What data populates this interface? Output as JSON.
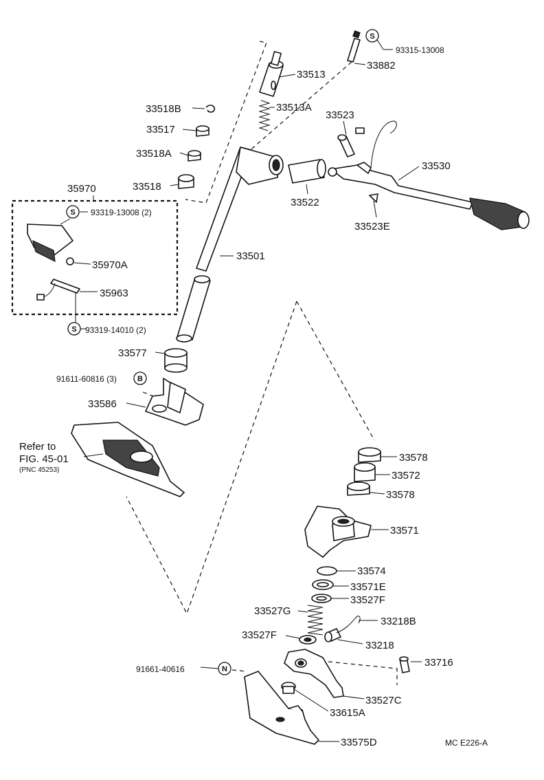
{
  "parts": {
    "p33513": "33513",
    "p33882": "33882",
    "p93315": "93315-13008",
    "p33518B": "33518B",
    "p33513A": "33513A",
    "p33517": "33517",
    "p33523": "33523",
    "p33518A": "33518A",
    "p33530": "33530",
    "p33518": "33518",
    "p33522": "33522",
    "p35970": "35970",
    "p93319_13008": "93319-13008 (2)",
    "p33523E": "33523E",
    "p35970A": "35970A",
    "p33501": "33501",
    "p35963": "35963",
    "p93319_14010": "93319-14010 (2)",
    "p33577": "33577",
    "p91611": "91611-60816 (3)",
    "p33586": "33586",
    "p33578a": "33578",
    "p33572": "33572",
    "p33578b": "33578",
    "p33571": "33571",
    "p33574": "33574",
    "p33571E": "33571E",
    "p33527F_a": "33527F",
    "p33527G": "33527G",
    "p33218B": "33218B",
    "p33527F_b": "33527F",
    "p33218": "33218",
    "p91661": "91661-40616",
    "p33716": "33716",
    "p33527C": "33527C",
    "p33615A": "33615A",
    "p33575D": "33575D"
  },
  "badges": {
    "s1": "S",
    "s2": "S",
    "s3": "S",
    "b1": "B",
    "n1": "N"
  },
  "reference": {
    "line1": "Refer to",
    "line2": "FIG. 45-01",
    "line3": "(PNC 45253)"
  },
  "footer": {
    "code": "MC  E226-A"
  }
}
